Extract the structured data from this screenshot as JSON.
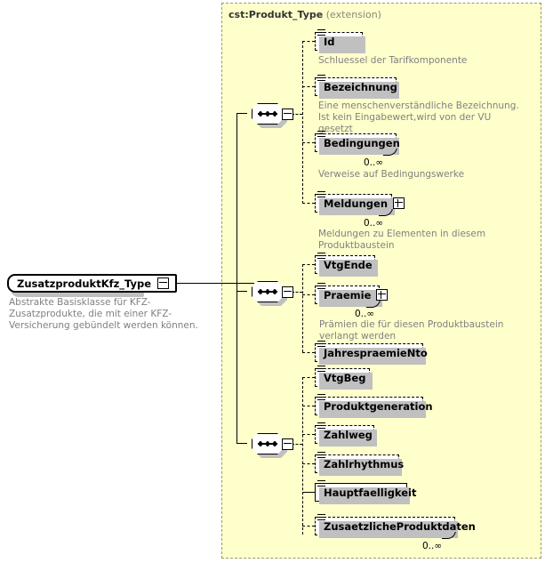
{
  "diagram": {
    "kind": "xml-schema-element-diagram",
    "background_color": "#ffffff",
    "extension_panel_color": "#ffffcc"
  },
  "extension": {
    "type_name": "cst:Produkt_Type",
    "kind_label": "(extension)"
  },
  "root_type": {
    "name": "ZusatzproduktKfz_Type",
    "toggle": "collapse-minus",
    "description": "Abstrakte Basisklasse für KFZ-Zusatzprodukte, die mit einer KFZ-Versicherung gebündelt werden können."
  },
  "compositors": [
    {
      "name": "sequence",
      "symbol": "...",
      "toggle": "minus"
    },
    {
      "name": "sequence",
      "symbol": "...",
      "toggle": "minus"
    },
    {
      "name": "sequence",
      "symbol": "...",
      "toggle": "minus"
    }
  ],
  "groups": [
    {
      "compositor": "sequence",
      "elements": [
        {
          "name": "Id",
          "required": false,
          "repeating": false,
          "occurrence": "",
          "expandable": false,
          "description": "Schluessel der Tarifkomponente"
        },
        {
          "name": "Bezeichnung",
          "required": false,
          "repeating": false,
          "occurrence": "",
          "expandable": false,
          "description": "Eine menschenverständliche Bezeichnung. Ist kein Eingabewert,wird von der VU gesetzt"
        },
        {
          "name": "Bedingungen",
          "required": false,
          "repeating": true,
          "occurrence": "0..∞",
          "expandable": false,
          "description": "Verweise auf Bedingungswerke"
        },
        {
          "name": "Meldungen",
          "required": false,
          "repeating": true,
          "occurrence": "0..∞",
          "expandable": true,
          "description": "Meldungen zu Elementen in diesem Produktbaustein"
        }
      ]
    },
    {
      "compositor": "sequence",
      "elements": [
        {
          "name": "VtgEnde",
          "required": false,
          "repeating": false,
          "occurrence": "",
          "expandable": false,
          "description": ""
        },
        {
          "name": "Praemie",
          "required": false,
          "repeating": true,
          "occurrence": "0..∞",
          "expandable": true,
          "description": "Prämien die für diesen Produktbaustein verlangt werden"
        },
        {
          "name": "JahrespraemieNto",
          "required": false,
          "repeating": false,
          "occurrence": "",
          "expandable": false,
          "description": ""
        }
      ]
    },
    {
      "compositor": "sequence",
      "elements": [
        {
          "name": "VtgBeg",
          "required": false,
          "repeating": false,
          "occurrence": "",
          "expandable": false,
          "description": ""
        },
        {
          "name": "Produktgeneration",
          "required": false,
          "repeating": false,
          "occurrence": "",
          "expandable": false,
          "description": ""
        },
        {
          "name": "Zahlweg",
          "required": false,
          "repeating": false,
          "occurrence": "",
          "expandable": false,
          "description": ""
        },
        {
          "name": "Zahlrhythmus",
          "required": false,
          "repeating": false,
          "occurrence": "",
          "expandable": false,
          "description": ""
        },
        {
          "name": "Hauptfaelligkeit",
          "required": true,
          "repeating": false,
          "occurrence": "",
          "expandable": false,
          "description": ""
        },
        {
          "name": "ZusaetzlicheProduktdaten",
          "required": false,
          "repeating": true,
          "occurrence": "0..∞",
          "expandable": false,
          "description": ""
        }
      ]
    }
  ]
}
